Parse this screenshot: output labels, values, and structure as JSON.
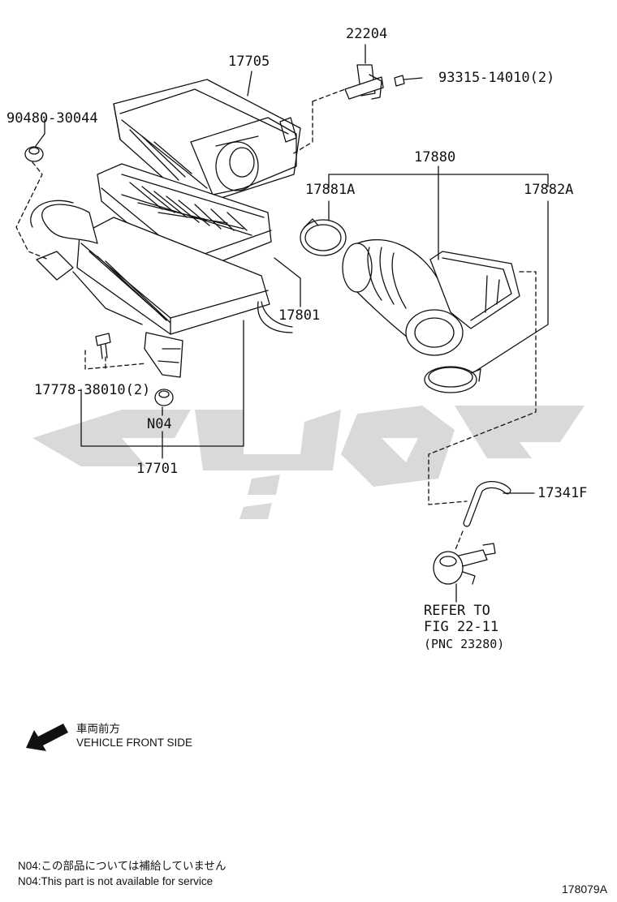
{
  "parts": {
    "p22204": "22204",
    "p17705": "17705",
    "p93315": "93315-14010(2)",
    "p90480": "90480-30044",
    "p17880": "17880",
    "p17881a": "17881A",
    "p17882a": "17882A",
    "p17801": "17801",
    "p17778": "17778-38010(2)",
    "n04": "N04",
    "p17701": "17701",
    "p17341f": "17341F"
  },
  "reference": {
    "line1": "REFER TO",
    "line2": "FIG 22-11",
    "line3": "(PNC 23280)"
  },
  "direction": {
    "jp": "車両前方",
    "en": "VEHICLE FRONT SIDE"
  },
  "footnote": {
    "jp": "N04:この部品については補給していません",
    "en": "N04:This part is not available for service"
  },
  "figure_code": "178079A",
  "colors": {
    "line": "#111111",
    "watermark": "#d9d9d9"
  },
  "icons": {
    "direction_arrow": "arrow-front-left-icon"
  }
}
